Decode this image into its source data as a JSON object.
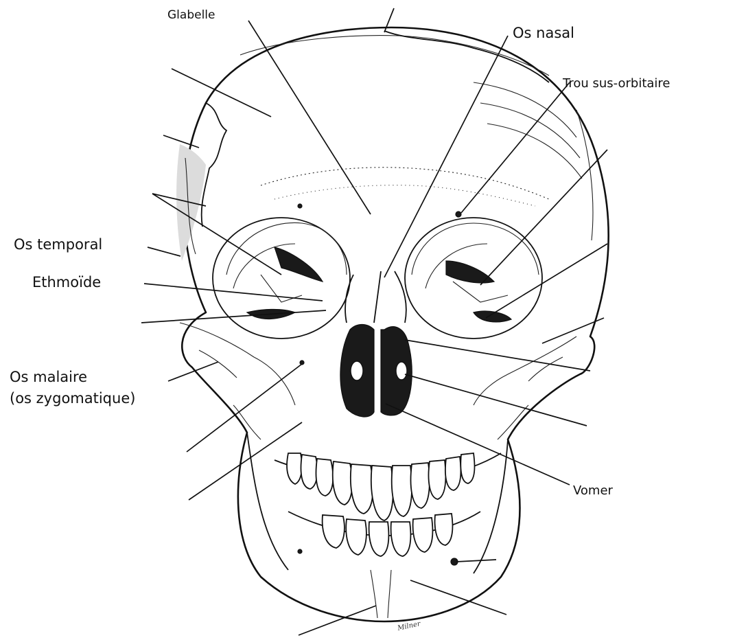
{
  "labels": {
    "glabelle": "Glabelle",
    "os_nasal": "Os nasal",
    "trou_sus_orbitaire": "Trou sus-orbitaire",
    "os_temporal": "Os temporal",
    "ethmoide": "Ethmoïde",
    "os_malaire_line1": "Os malaire",
    "os_malaire_line2": "(os zygomatique)",
    "vomer": "Vomer"
  },
  "signature": "Milner"
}
